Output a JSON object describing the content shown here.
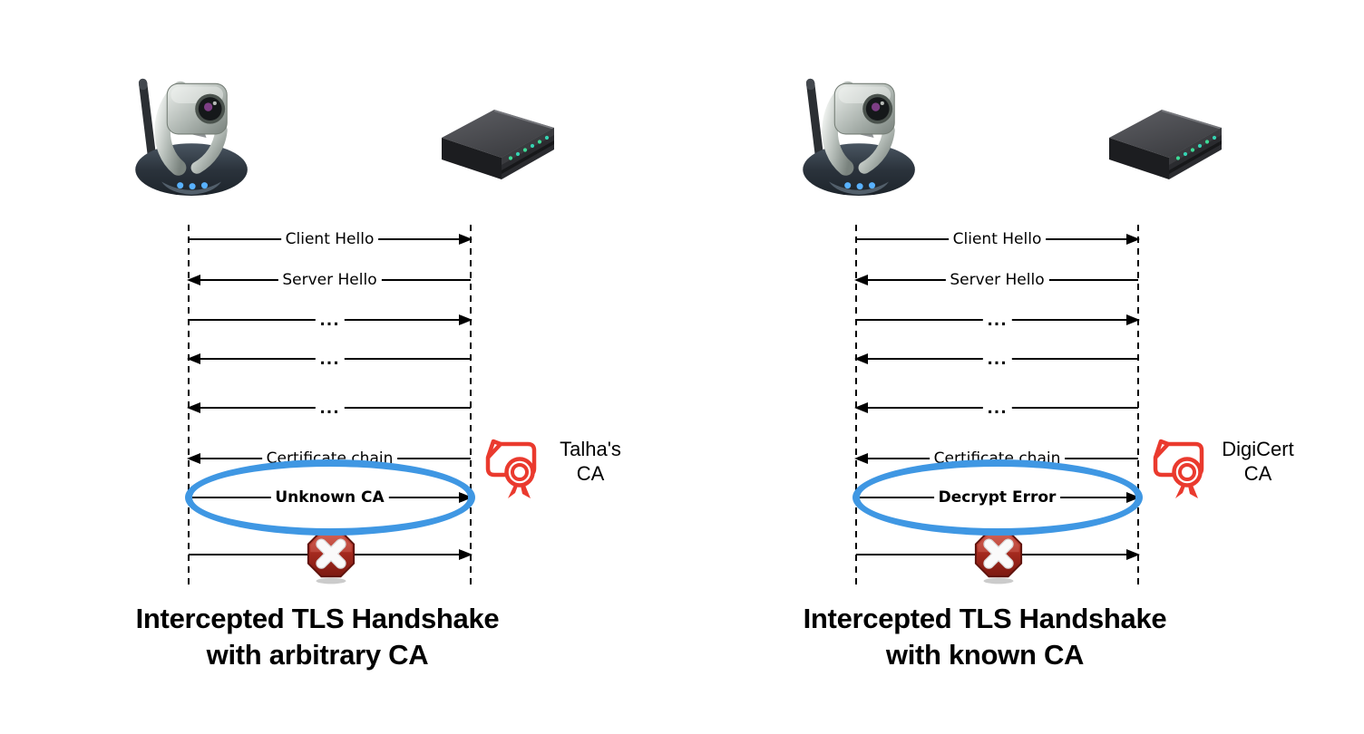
{
  "colors": {
    "highlight_blue": "#3f97e3",
    "certificate_red": "#ea3a2e",
    "error_octagon_red": "#8c1d15",
    "diagram_line": "#000000"
  },
  "panels": [
    {
      "id": "arbitrary-ca",
      "client_device": "ip-camera",
      "server_device": "router",
      "ca_name": [
        "Talha's",
        "CA"
      ],
      "caption": [
        "Intercepted TLS Handshake",
        "with arbitrary CA"
      ],
      "messages": [
        {
          "label": "Client Hello",
          "dir": "right"
        },
        {
          "label": "Server Hello",
          "dir": "left"
        },
        {
          "label": "...",
          "dir": "right"
        },
        {
          "label": "...",
          "dir": "left"
        },
        {
          "label": "...",
          "dir": "left"
        },
        {
          "label": "Certificate chain",
          "dir": "left"
        },
        {
          "label": "Unknown CA",
          "dir": "right",
          "bold": true,
          "highlighted": true
        },
        {
          "label": "",
          "dir": "right",
          "error": true
        }
      ]
    },
    {
      "id": "known-ca",
      "client_device": "ip-camera",
      "server_device": "router",
      "ca_name": [
        "DigiCert",
        "CA"
      ],
      "caption": [
        "Intercepted TLS Handshake",
        "with known CA"
      ],
      "messages": [
        {
          "label": "Client Hello",
          "dir": "right"
        },
        {
          "label": "Server Hello",
          "dir": "left"
        },
        {
          "label": "...",
          "dir": "right"
        },
        {
          "label": "...",
          "dir": "left"
        },
        {
          "label": "...",
          "dir": "left"
        },
        {
          "label": "Certificate chain",
          "dir": "left"
        },
        {
          "label": "Decrypt Error",
          "dir": "right",
          "bold": true,
          "highlighted": true
        },
        {
          "label": "",
          "dir": "right",
          "error": true
        }
      ]
    }
  ]
}
